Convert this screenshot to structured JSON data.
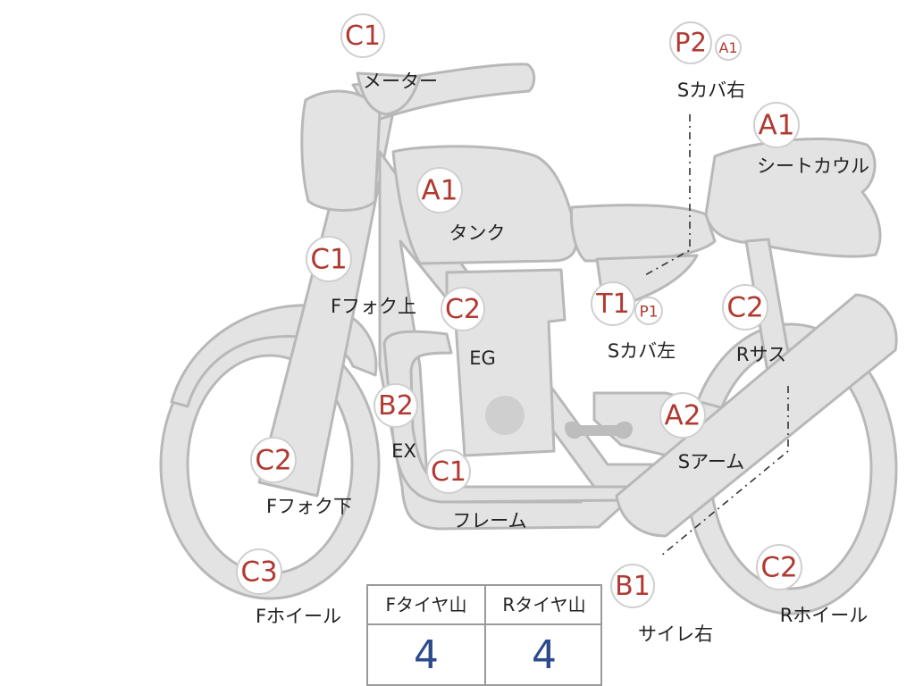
{
  "colors": {
    "grade_text": "#b03a32",
    "body_fill": "#e3e3e3",
    "value_text": "#2c4a8c"
  },
  "parts": [
    {
      "id": "meter",
      "grade": "C1",
      "label": "メーター"
    },
    {
      "id": "side-cover-right",
      "grade": "P2",
      "sub_grade": "A1",
      "label": "Sカバ右"
    },
    {
      "id": "seat-cowl",
      "grade": "A1",
      "label": "シートカウル"
    },
    {
      "id": "tank",
      "grade": "A1",
      "label": "タンク"
    },
    {
      "id": "front-fork-upper",
      "grade": "C1",
      "label": "Fフォク上"
    },
    {
      "id": "engine",
      "grade": "C2",
      "label": "EG"
    },
    {
      "id": "side-cover-left",
      "grade": "T1",
      "sub_grade": "P1",
      "label": "Sカバ左"
    },
    {
      "id": "rear-suspension",
      "grade": "C2",
      "label": "Rサス"
    },
    {
      "id": "exhaust",
      "grade": "B2",
      "label": "EX"
    },
    {
      "id": "swing-arm",
      "grade": "A2",
      "label": "Sアーム"
    },
    {
      "id": "front-fork-lower",
      "grade": "C2",
      "label": "Fフォク下"
    },
    {
      "id": "frame",
      "grade": "C1",
      "label": "フレーム"
    },
    {
      "id": "front-wheel",
      "grade": "C3",
      "label": "Fホイール"
    },
    {
      "id": "muffler-right",
      "grade": "B1",
      "label": "サイレ右"
    },
    {
      "id": "rear-wheel",
      "grade": "C2",
      "label": "Rホイール"
    }
  ],
  "tire_tread": [
    {
      "label": "Fタイヤ山",
      "value": "4"
    },
    {
      "label": "Rタイヤ山",
      "value": "4"
    }
  ]
}
